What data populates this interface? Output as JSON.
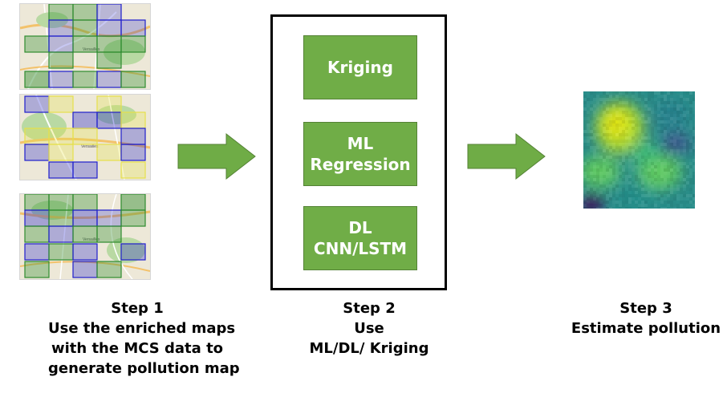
{
  "step1": {
    "lines": [
      "Step 1",
      "Use the enriched maps",
      "with the MCS data to",
      "generate pollution map"
    ],
    "map_labels": [
      "Versailles",
      "Versailles",
      "Versailles"
    ]
  },
  "step2": {
    "lines": [
      "Step 2",
      "Use",
      "ML/DL/ Kriging"
    ],
    "methods": [
      {
        "lines": [
          "Kriging"
        ]
      },
      {
        "lines": [
          "ML",
          "Regression"
        ]
      },
      {
        "lines": [
          "DL",
          "CNN/LSTM"
        ]
      }
    ]
  },
  "step3": {
    "lines": [
      "Step 3",
      "Estimate pollution"
    ]
  },
  "colors": {
    "box_green": "#70ad47",
    "arrow_green": "#6fac46",
    "cell_green": "#2e8b2e",
    "cell_blue": "#1f1fcc",
    "cell_yellow": "#e6e04a"
  }
}
